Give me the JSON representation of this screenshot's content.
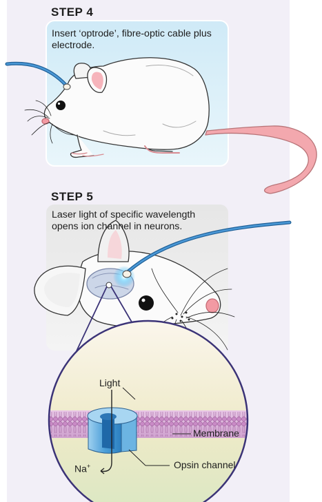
{
  "step4": {
    "title": "STEP 4",
    "description": "Insert ‘optrode’, fibre-optic cable plus electrode."
  },
  "step5": {
    "title": "STEP 5",
    "description": "Laser light of specific wavelength opens ion channel in neurons."
  },
  "inset": {
    "light_label": "Light",
    "membrane_label": "Membrane",
    "opsin_label": "Opsin channel",
    "ion_symbol": "Na",
    "ion_charge": "+"
  },
  "colors": {
    "background_band": "#f2eff7",
    "step4_panel": "#dcf1fa",
    "step5_panel": "#eeeeee",
    "cable": "#2f7cbc",
    "tail": "#f3a8ae",
    "opsin": "#56a4d9",
    "membrane": "#c998c9"
  }
}
